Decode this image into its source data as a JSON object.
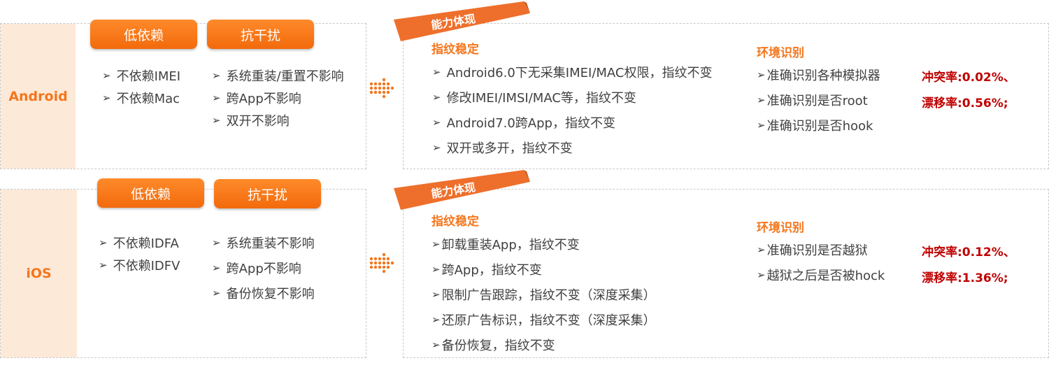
{
  "colors": {
    "accent": "#f4761d",
    "pill_bg": "#f26a0c",
    "side_bg": "#fde9d8",
    "stat_red": "#c00000",
    "text": "#404040",
    "dash": "#c9c9c9"
  },
  "android": {
    "platform": "Android",
    "pill_low": "低依赖",
    "pill_anti": "抗干扰",
    "low_items": [
      "不依赖IMEI",
      "不依赖Mac"
    ],
    "anti_items": [
      "系统重装/重置不影响",
      "跨App不影响",
      "双开不影响"
    ],
    "ribbon": "能力体现",
    "fp_title": "指纹稳定",
    "fp_items": [
      "Android6.0下无采集IMEI/MAC权限，指纹不变",
      "修改IMEI/IMSI/MAC等，指纹不变",
      "Android7.0跨App，指纹不变",
      "双开或多开，指纹不变"
    ],
    "env_title": "环境识别",
    "env_items": [
      "准确识别各种模拟器",
      "准确识别是否root",
      "准确识别是否hook"
    ],
    "stat1": "冲突率:0.02%、",
    "stat2": "漂移率:0.56%;"
  },
  "ios": {
    "platform": "iOS",
    "pill_low": "低依赖",
    "pill_anti": "抗干扰",
    "low_items": [
      "不依赖IDFA",
      "不依赖IDFV"
    ],
    "anti_items": [
      "系统重装不影响",
      "跨App不影响",
      "备份恢复不影响"
    ],
    "ribbon": "能力体现",
    "fp_title": "指纹稳定",
    "fp_items": [
      "卸载重装App，指纹不变",
      "跨App，指纹不变",
      "限制广告跟踪，指纹不变（深度采集）",
      "还原广告标识，指纹不变（深度采集）",
      "备份恢复，指纹不变"
    ],
    "env_title": "环境识别",
    "env_items": [
      "准确识别是否越狱",
      "越狱之后是否被hock"
    ],
    "stat1": "冲突率:0.12%、",
    "stat2": "漂移率:1.36%;"
  }
}
